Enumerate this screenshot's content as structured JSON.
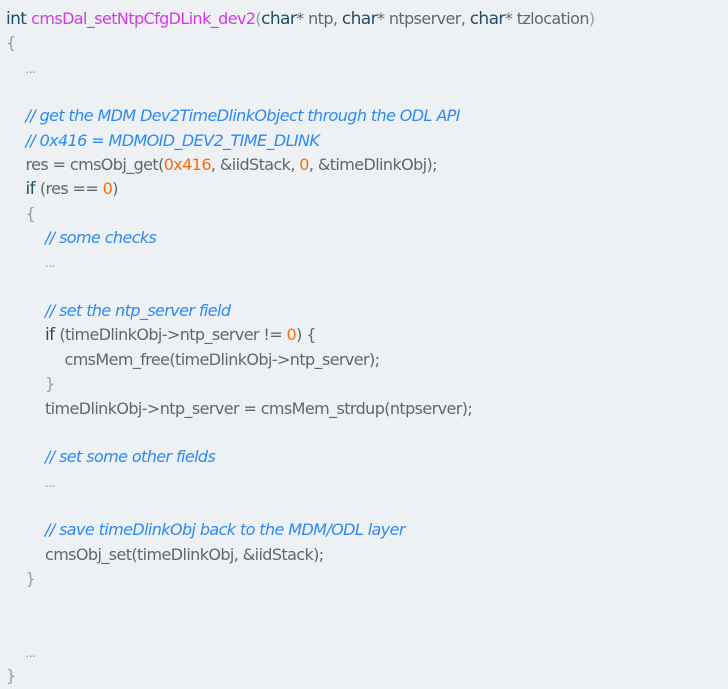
{
  "colors": {
    "background": "#eef1f3",
    "keyword": "#1f4e66",
    "function": "#d13be6",
    "comment": "#2c8af2",
    "number": "#ff6a10",
    "text": "#5d6870",
    "punct": "#8ea3a3"
  },
  "lines": [
    {
      "indent": 0,
      "tokens": [
        {
          "c": "kw",
          "t": "int "
        },
        {
          "c": "fn",
          "t": "cmsDal_setNtpCfgDLink_dev2"
        },
        {
          "c": "pu",
          "t": "("
        },
        {
          "c": "kw",
          "t": "char"
        },
        {
          "c": "tx",
          "t": "* ntp, "
        },
        {
          "c": "kw",
          "t": "char"
        },
        {
          "c": "tx",
          "t": "* ntpserver, "
        },
        {
          "c": "kw",
          "t": "char"
        },
        {
          "c": "tx",
          "t": "* tzlocation"
        },
        {
          "c": "pu",
          "t": ")"
        }
      ]
    },
    {
      "indent": 0,
      "tokens": [
        {
          "c": "pu",
          "t": "{"
        }
      ]
    },
    {
      "indent": 1,
      "tokens": [
        {
          "c": "el",
          "t": "..."
        }
      ]
    },
    {
      "indent": 0,
      "tokens": []
    },
    {
      "indent": 1,
      "tokens": [
        {
          "c": "cm",
          "t": "// get the MDM Dev2TimeDlinkObject through the ODL API"
        }
      ]
    },
    {
      "indent": 1,
      "tokens": [
        {
          "c": "cm",
          "t": "// 0x416 = MDMOID_DEV2_TIME_DLINK"
        }
      ]
    },
    {
      "indent": 1,
      "tokens": [
        {
          "c": "tx",
          "t": "res = cmsObj_get("
        },
        {
          "c": "nu",
          "t": "0x416"
        },
        {
          "c": "tx",
          "t": ", &iidStack, "
        },
        {
          "c": "nu",
          "t": "0"
        },
        {
          "c": "tx",
          "t": ", &timeDlinkObj);"
        }
      ]
    },
    {
      "indent": 1,
      "tokens": [
        {
          "c": "kw",
          "t": "if "
        },
        {
          "c": "tx",
          "t": "(res == "
        },
        {
          "c": "nu",
          "t": "0"
        },
        {
          "c": "tx",
          "t": ")"
        }
      ]
    },
    {
      "indent": 1,
      "tokens": [
        {
          "c": "pu",
          "t": "{"
        }
      ]
    },
    {
      "indent": 2,
      "tokens": [
        {
          "c": "cm",
          "t": "// some checks"
        }
      ]
    },
    {
      "indent": 2,
      "tokens": [
        {
          "c": "el",
          "t": "..."
        }
      ]
    },
    {
      "indent": 0,
      "tokens": []
    },
    {
      "indent": 2,
      "tokens": [
        {
          "c": "cm",
          "t": "// set the ntp_server field"
        }
      ]
    },
    {
      "indent": 2,
      "tokens": [
        {
          "c": "kw",
          "t": "if "
        },
        {
          "c": "tx",
          "t": "(timeDlinkObj->ntp_server != "
        },
        {
          "c": "nu",
          "t": "0"
        },
        {
          "c": "tx",
          "t": ") {"
        }
      ]
    },
    {
      "indent": 3,
      "tokens": [
        {
          "c": "tx",
          "t": "cmsMem_free(timeDlinkObj->ntp_server);"
        }
      ]
    },
    {
      "indent": 2,
      "tokens": [
        {
          "c": "pu",
          "t": "}"
        }
      ]
    },
    {
      "indent": 2,
      "tokens": [
        {
          "c": "tx",
          "t": "timeDlinkObj->ntp_server = cmsMem_strdup(ntpserver);"
        }
      ]
    },
    {
      "indent": 0,
      "tokens": []
    },
    {
      "indent": 2,
      "tokens": [
        {
          "c": "cm",
          "t": "// set some other fields"
        }
      ]
    },
    {
      "indent": 2,
      "tokens": [
        {
          "c": "el",
          "t": "..."
        }
      ]
    },
    {
      "indent": 0,
      "tokens": []
    },
    {
      "indent": 2,
      "tokens": [
        {
          "c": "cm",
          "t": "// save timeDlinkObj back to the MDM/ODL layer"
        }
      ]
    },
    {
      "indent": 2,
      "tokens": [
        {
          "c": "tx",
          "t": "cmsObj_set(timeDlinkObj, &iidStack);"
        }
      ]
    },
    {
      "indent": 1,
      "tokens": [
        {
          "c": "pu",
          "t": "}"
        }
      ]
    },
    {
      "indent": 0,
      "tokens": []
    },
    {
      "indent": 0,
      "tokens": []
    },
    {
      "indent": 1,
      "tokens": [
        {
          "c": "el",
          "t": "..."
        }
      ]
    },
    {
      "indent": 0,
      "tokens": [
        {
          "c": "pu",
          "t": "}"
        }
      ]
    }
  ]
}
